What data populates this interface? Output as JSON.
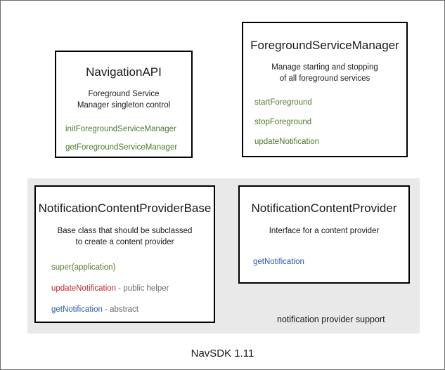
{
  "diagram": {
    "footer_caption": "NavSDK 1.11",
    "group_panel": {
      "label": "notification provider support",
      "background_color": "#e9e9e9"
    },
    "colors": {
      "method_green": "#4d7a2a",
      "method_red": "#c0252b",
      "method_blue": "#2a5cab",
      "note_gray": "#6a6a6a",
      "box_border": "#000000",
      "background": "#ffffff"
    },
    "boxes": [
      {
        "id": "navigation-api",
        "title": "NavigationAPI",
        "description_lines": [
          "Foreground Service",
          "Manager singleton control"
        ],
        "methods": [
          {
            "name": "initForegroundServiceManager",
            "color": "green",
            "note": ""
          },
          {
            "name": "getForegroundServiceManager",
            "color": "green",
            "note": ""
          }
        ]
      },
      {
        "id": "foreground-service-manager",
        "title": "ForegroundServiceManager",
        "description_lines": [
          "Manage starting and stopping",
          "of all foreground services"
        ],
        "methods": [
          {
            "name": "startForeground",
            "color": "green",
            "note": ""
          },
          {
            "name": "stopForeground",
            "color": "green",
            "note": ""
          },
          {
            "name": "updateNotification",
            "color": "green",
            "note": ""
          }
        ]
      },
      {
        "id": "notification-content-provider-base",
        "title": "NotificationContentProviderBase",
        "description_lines": [
          "Base class that should be subclassed",
          "to create a content provider"
        ],
        "methods": [
          {
            "name": "super(application)",
            "color": "green",
            "note": ""
          },
          {
            "name": "updateNotification",
            "color": "red",
            "note": " - public helper"
          },
          {
            "name": "getNotification",
            "color": "blue",
            "note": " - abstract"
          }
        ]
      },
      {
        "id": "notification-content-provider",
        "title": "NotificationContentProvider",
        "description_lines": [
          "Interface for a content provider"
        ],
        "methods": [
          {
            "name": "getNotification",
            "color": "blue",
            "note": ""
          }
        ]
      }
    ]
  }
}
